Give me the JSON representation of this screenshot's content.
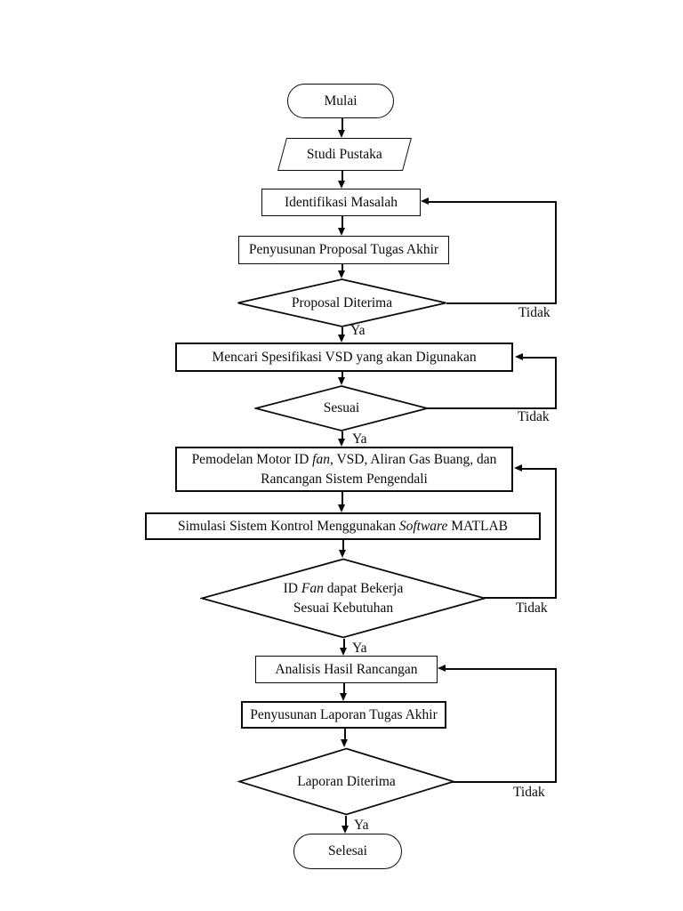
{
  "diagram": {
    "line_color": "#0a0a0a",
    "nodes": {
      "mulai": {
        "label": "Mulai"
      },
      "studi_pustaka": {
        "label": "Studi Pustaka"
      },
      "identifikasi": {
        "label": "Identifikasi Masalah"
      },
      "proposal": {
        "label": "Penyusunan Proposal Tugas Akhir"
      },
      "proposal_diterima": {
        "label": "Proposal Diterima"
      },
      "mencari": {
        "label": "Mencari Spesifikasi VSD yang akan Digunakan"
      },
      "sesuai": {
        "label": "Sesuai"
      },
      "pemodelan": {
        "line1_pre": "Pemodelan Motor ID ",
        "line1_italic": "fan",
        "line1_post": ", VSD, Aliran Gas Buang, dan",
        "line2": "Rancangan Sistem Pengendali"
      },
      "simulasi": {
        "pre": "Simulasi Sistem Kontrol Menggunakan ",
        "italic": "Software",
        "post": " MATLAB"
      },
      "idfan": {
        "line1_pre": "ID ",
        "line1_italic": "Fan",
        "line1_post": " dapat Bekerja",
        "line2": "Sesuai Kebutuhan"
      },
      "analisis": {
        "label": "Analisis Hasil Rancangan"
      },
      "laporan": {
        "label": "Penyusunan Laporan Tugas Akhir"
      },
      "laporan_diterima": {
        "label": "Laporan Diterima"
      },
      "selesai": {
        "label": "Selesai"
      }
    },
    "edge_labels": {
      "yes": "Ya",
      "no": "Tidak"
    }
  }
}
